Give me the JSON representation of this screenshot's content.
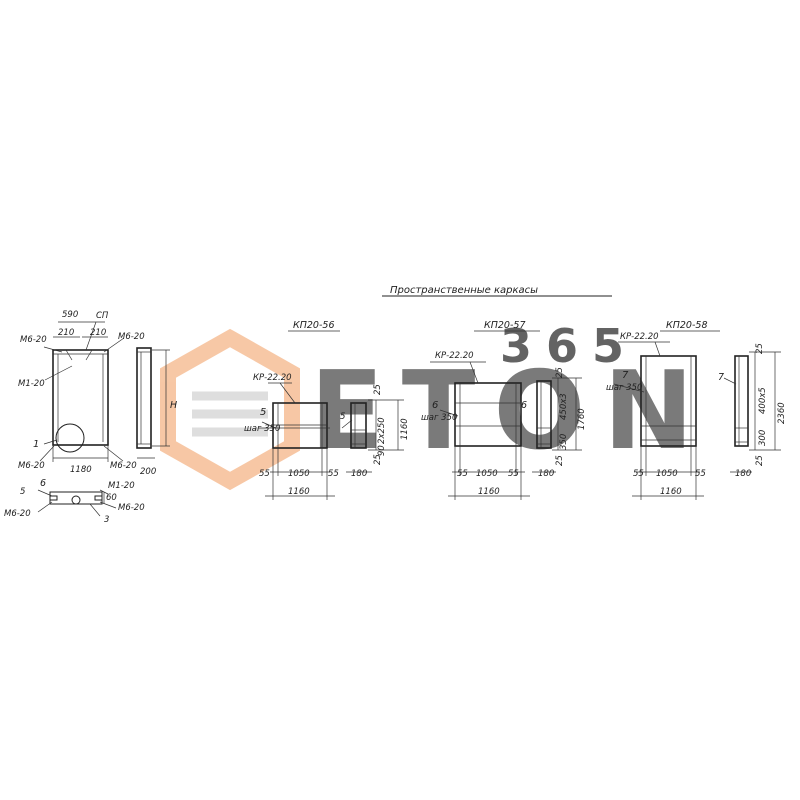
{
  "title": "Пространственные каркасы",
  "watermark": {
    "brand": "ETON",
    "number": "365",
    "color_orange": "#f2a36a",
    "color_gray": "#c9c9c9"
  },
  "left": {
    "dims": {
      "top": "590",
      "left_inner": "210",
      "right_inner": "210",
      "bottom": "1180",
      "right": "200",
      "height": "H"
    },
    "labels": {
      "mb_top_left": "М6-20",
      "cp": "СП",
      "mb_top_right": "М6-20",
      "m1_left": "М1-20",
      "callout_1": "1",
      "mb_bottom_left": "М6-20",
      "mb_bottom_right": "М6-20",
      "n6": "6"
    },
    "detail": {
      "n5": "5",
      "mb_left": "М6-20",
      "m1": "М1-20",
      "d60": "60",
      "mb_right": "М6-20",
      "n3": "3"
    }
  },
  "kp56": {
    "title": "КП20-56",
    "kr": "КР-22.20",
    "num": "5",
    "step": "шаг 350",
    "dims": {
      "left": "55",
      "middle": "1050",
      "right": "55",
      "total": "1160"
    },
    "side": {
      "num": "5",
      "top": "25",
      "mid": "2х250",
      "bottom": "25",
      "height": "1160",
      "width": "180",
      "sub": "90"
    }
  },
  "kp57": {
    "title": "КП20-57",
    "kr": "КР-22.20",
    "num": "6",
    "step": "шаг 350",
    "dims": {
      "left": "55",
      "middle": "1050",
      "right": "55",
      "total": "1160"
    },
    "side": {
      "num": "6",
      "top": "25",
      "mid": "450х3",
      "low": "350",
      "bottom": "25",
      "height": "1760",
      "width": "180"
    }
  },
  "kp58": {
    "title": "КП20-58",
    "kr": "КР-22.20",
    "num": "7",
    "step": "шаг 350",
    "dims": {
      "left": "55",
      "middle": "1050",
      "right": "55",
      "total": "1160"
    },
    "side": {
      "num": "7",
      "top": "25",
      "mid": "400х5",
      "low": "300",
      "bottom": "25",
      "height": "2360",
      "width": "180"
    }
  }
}
